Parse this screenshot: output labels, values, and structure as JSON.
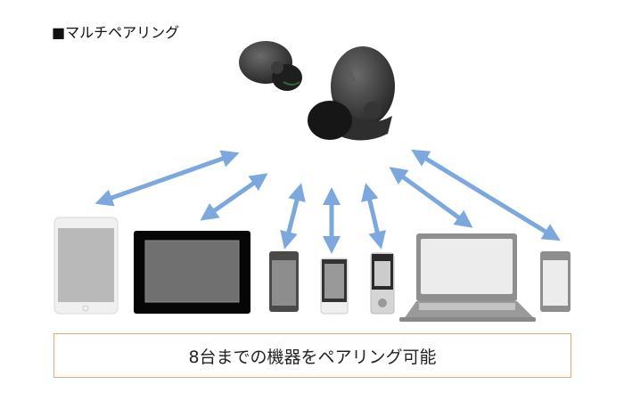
{
  "title": "■マルチペアリング",
  "caption": "8台までの機器をペアリング可能",
  "colors": {
    "arrow": "#7ca8de",
    "box_border": "#eea877"
  },
  "devices": [
    "tablet-white",
    "tablet-black",
    "smartphone",
    "smartphone",
    "music-player",
    "laptop",
    "smartphone"
  ]
}
